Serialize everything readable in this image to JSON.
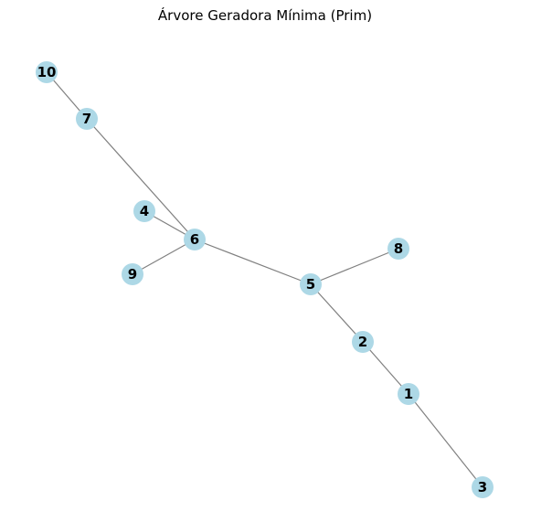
{
  "title": "Árvore Geradora Mínima (Prim)",
  "colors": {
    "node_fill": "#add8e6",
    "edge": "#808080",
    "label": "#000000"
  },
  "graph": {
    "nodes": [
      {
        "id": "1",
        "label": "1"
      },
      {
        "id": "2",
        "label": "2"
      },
      {
        "id": "3",
        "label": "3"
      },
      {
        "id": "4",
        "label": "4"
      },
      {
        "id": "5",
        "label": "5"
      },
      {
        "id": "6",
        "label": "6"
      },
      {
        "id": "7",
        "label": "7"
      },
      {
        "id": "8",
        "label": "8"
      },
      {
        "id": "9",
        "label": "9"
      },
      {
        "id": "10",
        "label": "10"
      }
    ],
    "edges": [
      {
        "source": "10",
        "target": "7"
      },
      {
        "source": "7",
        "target": "6"
      },
      {
        "source": "4",
        "target": "6"
      },
      {
        "source": "9",
        "target": "6"
      },
      {
        "source": "6",
        "target": "5"
      },
      {
        "source": "8",
        "target": "5"
      },
      {
        "source": "5",
        "target": "2"
      },
      {
        "source": "2",
        "target": "1"
      },
      {
        "source": "1",
        "target": "3"
      }
    ]
  }
}
